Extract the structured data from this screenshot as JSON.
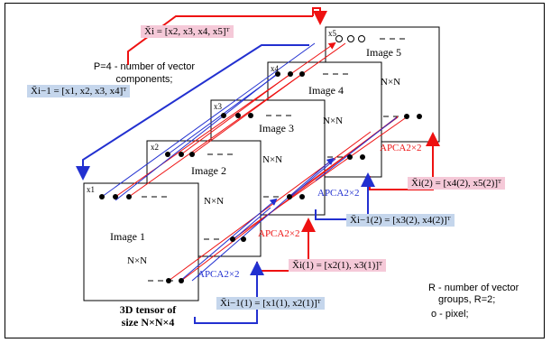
{
  "tensor": {
    "p_note_line1": "P=4 - number of vector",
    "p_note_line2": "components;",
    "caption_line1": "3D tensor of",
    "caption_line2": "size N×N×4"
  },
  "images": [
    {
      "label": "Image 1",
      "size": "N×N",
      "corner": "x1"
    },
    {
      "label": "Image 2",
      "size": "N×N",
      "corner": "x2"
    },
    {
      "label": "Image 3",
      "size": "N×N",
      "corner": "x3"
    },
    {
      "label": "Image 4",
      "size": "N×N",
      "corner": "x4"
    },
    {
      "label": "Image 5",
      "size": "N×N",
      "corner": "x5"
    }
  ],
  "vectors": {
    "x_i": "X̄i = [x2,  x3,  x4,  x5]ᵀ",
    "x_im1": "X̄i−1 = [x1,  x2,  x3,  x4]ᵀ",
    "xi_2": "X̄i(2) = [x4(2),  x5(2)]ᵀ",
    "xim1_2": "X̄i−1(2) = [x3(2),  x4(2)]ᵀ",
    "xi_1": "X̄i(1) = [x2(1),  x3(1)]ᵀ",
    "xim1_1": "X̄i−1(1) = [x1(1),  x2(1)]ᵀ"
  },
  "apca": {
    "blue_top": "APCA2×2",
    "blue_bottom": "APCA2×2",
    "red_top": "APCA2×2",
    "red_mid": "APCA2×2"
  },
  "legend": {
    "r_line1": "R - number of vector",
    "r_line2": "groups,  R=2;",
    "pixel": "o - pixel;"
  },
  "colors": {
    "red": "#ee1111",
    "blue": "#2230d0",
    "pink_box": "#f5c9d8",
    "blue_box": "#c5d6ec"
  }
}
